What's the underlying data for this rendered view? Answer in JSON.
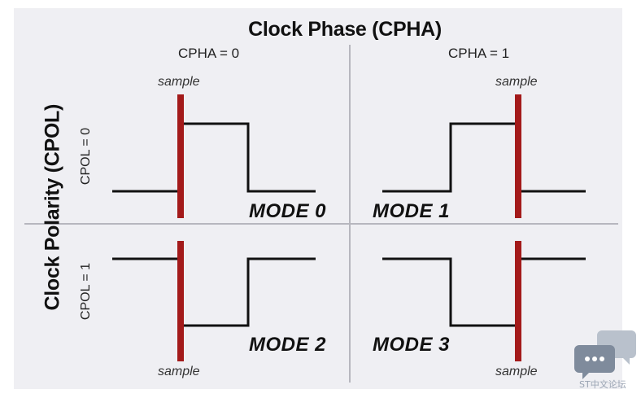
{
  "title": "Clock Phase (CPHA)",
  "vertical_title": "Clock Polarity (CPOL)",
  "columns": [
    {
      "label": "CPHA = 0"
    },
    {
      "label": "CPHA = 1"
    }
  ],
  "rows": [
    {
      "label": "CPOL = 0"
    },
    {
      "label": "CPOL = 1"
    }
  ],
  "sample_label": "sample",
  "modes": [
    {
      "label": "MODE 0"
    },
    {
      "label": "MODE 1"
    },
    {
      "label": "MODE 2"
    },
    {
      "label": "MODE 3"
    }
  ],
  "colors": {
    "sample_bar": "#a31a1a",
    "waveform": "#111111",
    "grid": "#b7b7be",
    "background": "#efeff3"
  },
  "watermark": {
    "text": "ST中文论坛",
    "icon": "chat-bubbles-icon"
  }
}
